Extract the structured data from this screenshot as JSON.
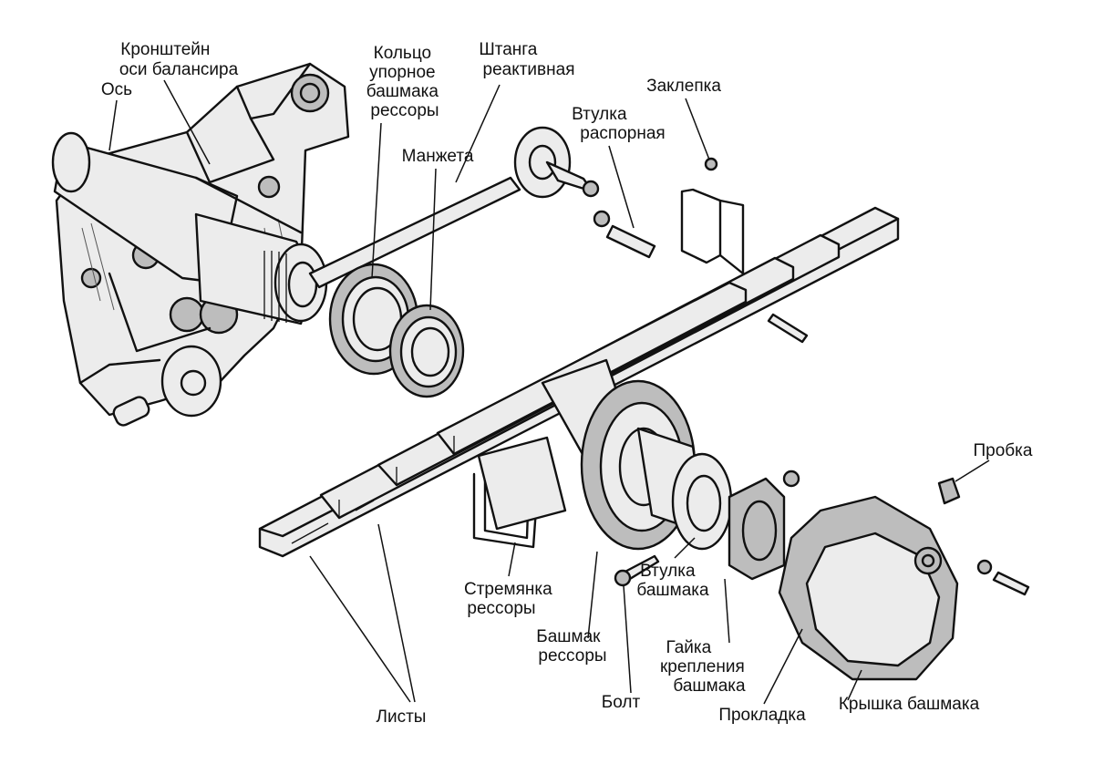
{
  "labels": {
    "bracket": [
      "Кронштейн",
      "оси балансира"
    ],
    "axle": [
      "Ось"
    ],
    "ring": [
      "Кольцо",
      "упорное",
      "башмака",
      "рессоры"
    ],
    "rod": [
      "Штанга",
      "реактивная"
    ],
    "rivet": [
      "Заклепка"
    ],
    "spacer": [
      "Втулка",
      "распорная"
    ],
    "cuff": [
      "Манжета"
    ],
    "plug": [
      "Пробка"
    ],
    "clamp": [
      "Стремянка",
      "рессоры"
    ],
    "bushing": [
      "Втулка",
      "башмака"
    ],
    "shoe": [
      "Башмак",
      "рессоры"
    ],
    "nut": [
      "Гайка",
      "крепления",
      "башмака"
    ],
    "bolt": [
      "Болт"
    ],
    "leaves": [
      "Листы"
    ],
    "gasket": [
      "Прокладка"
    ],
    "cover": [
      "Крышка башмака"
    ]
  }
}
